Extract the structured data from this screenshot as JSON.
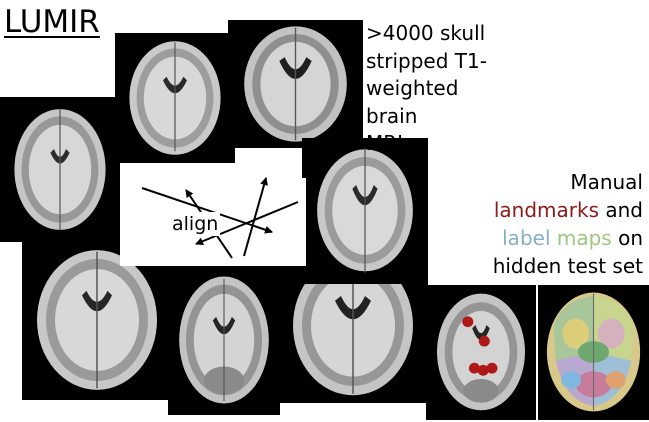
{
  "title": "LUMIR",
  "description_lines": [
    ">4000 skull",
    "stripped T1-",
    "weighted brain",
    "MRIs"
  ],
  "annotation": {
    "line1": "Manual",
    "landmarks_word": "landmarks",
    "and_word": "and",
    "label_word": "label",
    "maps_word": "maps",
    "on_word": "on",
    "line4": "hidden test set"
  },
  "align_label": "align",
  "colors": {
    "landmarks": "#8b1a1a",
    "label": "#86b0c7",
    "maps": "#9cc77e",
    "landmark_dot": "#b01818"
  }
}
